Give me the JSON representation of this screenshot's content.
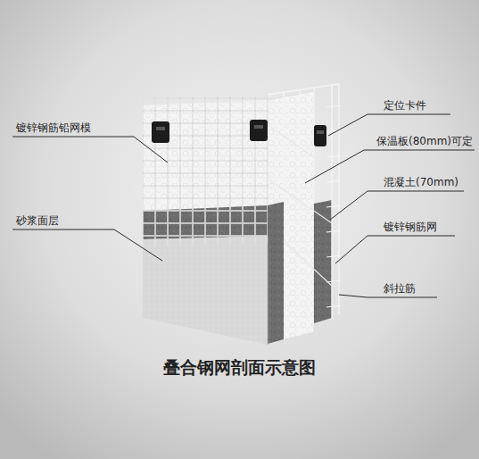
{
  "diagram": {
    "title": "叠合钢网剖面示意图",
    "labels": [
      "定位卡件",
      "镀锌钢筋铅网模",
      "保温板(80mm)可定",
      "混凝土(70mm)",
      "砂浆面层",
      "镀锌钢筋网",
      "斜拉筋"
    ]
  }
}
